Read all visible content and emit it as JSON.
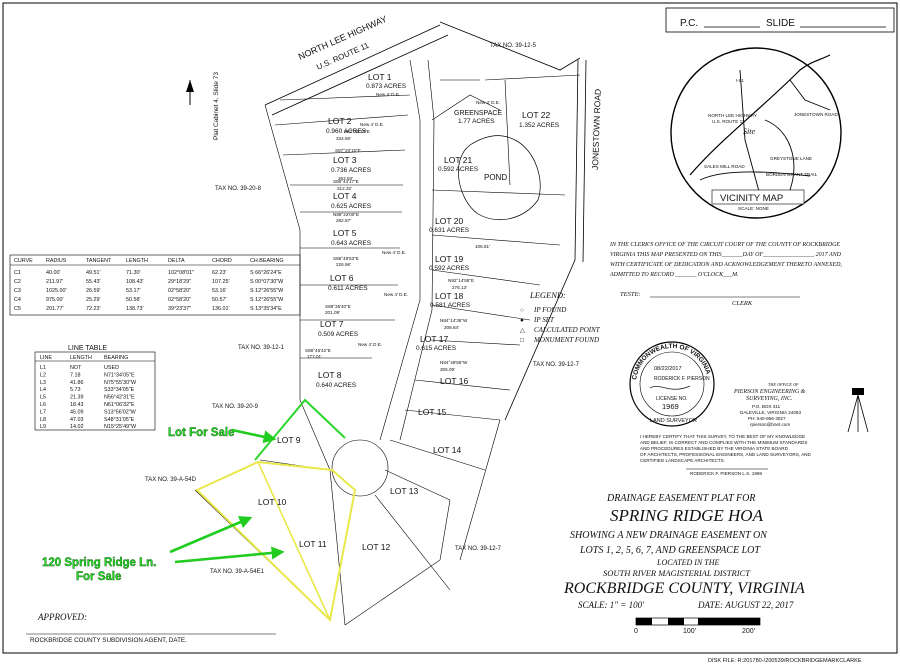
{
  "header": {
    "pc_label": "P.C.",
    "slide_label": "SLIDE"
  },
  "roads": {
    "north_lee_highway": "NORTH LEE HIGHWAY",
    "us_route": "U.S. ROUTE 11",
    "jonestown_road": "JONESTOWN ROAD",
    "plat_cabinet": "Plat Cabinet 4, Slide 73"
  },
  "tax_labels": {
    "t1": "TAX NO. 39-12-5",
    "t2": "TAX NO. 39-20-8",
    "t3": "TAX NO. 39-12-1",
    "t4": "TAX NO. 39-20-9",
    "t5": "TAX NO. 39-A-54D",
    "t6": "TAX NO. 39-A-54E1",
    "t7": "TAX NO. 39-12-7",
    "t8": "TAX NO. 39-12-7"
  },
  "lots": [
    {
      "label": "LOT 1",
      "acres": "0.873 ACRES"
    },
    {
      "label": "LOT 2",
      "acres": "0.960 ACRES"
    },
    {
      "label": "LOT 3",
      "acres": "0.736 ACRES"
    },
    {
      "label": "LOT 4",
      "acres": "0.625 ACRES"
    },
    {
      "label": "LOT 5",
      "acres": "0.643 ACRES"
    },
    {
      "label": "LOT 6",
      "acres": "0.611 ACRES"
    },
    {
      "label": "LOT 7",
      "acres": "0.509 ACRES"
    },
    {
      "label": "LOT 8",
      "acres": "0.640 ACRES"
    },
    {
      "label": "LOT 9",
      "acres": ""
    },
    {
      "label": "LOT 10",
      "acres": ""
    },
    {
      "label": "LOT 11",
      "acres": ""
    },
    {
      "label": "LOT 12",
      "acres": ""
    },
    {
      "label": "LOT 13",
      "acres": ""
    },
    {
      "label": "LOT 14",
      "acres": ""
    },
    {
      "label": "LOT 15",
      "acres": ""
    },
    {
      "label": "LOT 16",
      "acres": ""
    },
    {
      "label": "LOT 17",
      "acres": "0.615 ACRES"
    },
    {
      "label": "LOT 18",
      "acres": "0.581 ACRES"
    },
    {
      "label": "LOT 19",
      "acres": "0.592 ACRES"
    },
    {
      "label": "LOT 20",
      "acres": "0.631 ACRES"
    },
    {
      "label": "LOT 21",
      "acres": "0.592 ACRES"
    },
    {
      "label": "LOT 22",
      "acres": "1.352 ACRES"
    }
  ],
  "greenspace": {
    "label": "GREENSPACE",
    "acres": "1.77 ACRES"
  },
  "pond": "POND",
  "de_label": "New 4' D.E.",
  "bearings": {
    "b1": "S87°20'15\"E",
    "b2": "S88°44'17\"E",
    "b3": "N88°22'00\"E",
    "b4": "S88°48'53\"E",
    "b5": "S88°36'40\"E",
    "b6": "S88°46'42\"E",
    "b7": "N82°14'55\"E",
    "b8": "N84°14'36\"W",
    "b9": "N84°48'55\"W",
    "d1": "334.56'",
    "d2": "363.93'",
    "d3": "312.32'",
    "d4": "282.57'",
    "d5": "226.96'",
    "d6": "201.09'",
    "d7": "177.01'",
    "d8": "306.09'",
    "d9": "208.84'",
    "d10": "276.13'",
    "d11": "106.81'"
  },
  "curve_table": {
    "headers": [
      "CURVE",
      "RADIUS",
      "TANGENT",
      "LENGTH",
      "DELTA",
      "CHORD",
      "CH.BEARING"
    ],
    "rows": [
      [
        "C1",
        "40.00'",
        "49.51'",
        "71.30'",
        "102°08'01\"",
        "62.23'",
        "S 66°26'24\"E"
      ],
      [
        "C2",
        "211.97'",
        "55.43'",
        "108.43'",
        "29°18'29\"",
        "107.25'",
        "S 00°07'30\"W"
      ],
      [
        "C3",
        "1025.00'",
        "26.59'",
        "53.17'",
        "02°58'20\"",
        "53.16'",
        "S 12°26'55\"W"
      ],
      [
        "C4",
        "975.00'",
        "25.29'",
        "50.58'",
        "02°58'20\"",
        "50.57'",
        "S 12°26'55\"W"
      ],
      [
        "C5",
        "201.77'",
        "72.23'",
        "138.73'",
        "39°23'37\"",
        "136.01'",
        "S 13°35'34\"E"
      ]
    ]
  },
  "line_table": {
    "title": "LINE TABLE",
    "headers": [
      "LINE",
      "LENGTH",
      "BEARING"
    ],
    "rows": [
      [
        "L1",
        "NOT",
        "USED"
      ],
      [
        "L2",
        "7.18",
        "N71°34'05\"E"
      ],
      [
        "L3",
        "41.86",
        "N75°55'30\"W"
      ],
      [
        "L4",
        "5.73",
        "S33°34'05\"E"
      ],
      [
        "L5",
        "21.39",
        "N56°42'31\"E"
      ],
      [
        "L6",
        "18.43",
        "N61°06'32\"E"
      ],
      [
        "L7",
        "45.09",
        "S13°56'02\"W"
      ],
      [
        "L8",
        "47.03",
        "S48°31'05\"E"
      ],
      [
        "L9",
        "14.02",
        "N15°25'49\"W"
      ]
    ]
  },
  "legend": {
    "title": "LEGEND:",
    "items": [
      {
        "symbol": "○",
        "text": "IP FOUND"
      },
      {
        "symbol": "●",
        "text": "IP SET"
      },
      {
        "symbol": "△",
        "text": "CALCULATED POINT"
      },
      {
        "symbol": "□",
        "text": "MONUMENT FOUND"
      }
    ]
  },
  "vicinity": {
    "title": "VICINITY MAP",
    "scale": "SCALE: NONE",
    "site": "Site",
    "north_lee": "NORTH LEE HIGHWAY",
    "us11": "U.S. ROUTE 11",
    "jonestown": "JONESTOWN ROAD",
    "greystone": "GREYSTONE LANE",
    "sales_mill": "SALES MILL ROAD",
    "borden": "BORDEN GRANT TRAIL",
    "i81": "I-81"
  },
  "clerk": {
    "line1": "IN THE CLERK'S OFFICE OF THE CIRCUIT COURT OF THE COUNTY OF ROCKBRIDGE",
    "line2": "VIRGINIA THIS MAP PRESENTED ON THIS_______DAY OF_________________ 2017 AND",
    "line3": "WITH CERTIFICATE OF DEDICATION AND ACKNOWLEDGEMENT THERETO ANNEXED,",
    "line4": "ADMITTED TO RECORD _______ O'CLOCK___M.",
    "teste": "TESTE:",
    "clerk": "CLERK"
  },
  "seal": {
    "ring": "COMMONWEALTH OF VIRGINIA",
    "date": "08/22/2017",
    "name": "RODERICK F. PIERSON",
    "license_label": "LICENSE NO.",
    "license_no": "1969",
    "bottom": "LAND SURVEYOR"
  },
  "office": {
    "line0": "THE OFFICE OF",
    "line1": "PIERSON ENGINEERING &",
    "line2": "SURVEYING, INC.",
    "line3": "P.O. BOX 311",
    "line4": "DALEVILLE, VIRGINIA 24083",
    "line5": "PH: 540-966-3027",
    "line6": "rpierson@bnet.com"
  },
  "certify": {
    "l1": "I HEREBY CERTIFY THAT THIS SURVEY, TO THE BEST OF MY KNOWLEDGE",
    "l2": "AND BELIEF, IS CORRECT AND COMPLIES WITH THE MINIMUM STANDARDS",
    "l3": "AND PROCEDURES ESTABLISHED BY THE VIRGINIA STATE BOARD",
    "l4": "OF ARCHITECTS, PROFESSIONAL ENGINEERS, AND LAND SURVEYORS, AND",
    "l5": "CERTIFIED LANDSCAPE ARCHITECTS.",
    "sig": "RODERICK F. PIERSON L.S. 1969"
  },
  "title_block": {
    "l1": "DRAINAGE EASEMENT PLAT FOR",
    "l2": "SPRING RIDGE HOA",
    "l3": "SHOWING A NEW DRAINAGE EASEMENT ON",
    "l4": "LOTS 1, 2, 5, 6, 7, AND GREENSPACE LOT",
    "l5": "LOCATED IN THE",
    "l6": "SOUTH RIVER MAGISTERIAL DISTRICT",
    "l7": "ROCKBRIDGE COUNTY, VIRGINIA",
    "scale": "SCALE: 1\" = 100'",
    "date": "DATE: AUGUST 22, 2017"
  },
  "scalebar": {
    "t0": "0",
    "t1": "100'",
    "t2": "200'"
  },
  "approved": {
    "label": "APPROVED:",
    "agent": "ROCKBRIDGE COUNTY SUBDIVISION AGENT, DATE."
  },
  "footer": {
    "file": "DISK FILE:    R:201780-/200539/ROCKBRIDGEMARKCLARKE"
  },
  "annotations": {
    "lot_for_sale": "Lot  For Sale",
    "spring_line1": "120 Spring Ridge Ln.",
    "spring_line2": "For Sale",
    "highlight_color": "#2bd62b",
    "yellow_color": "#e8e84a"
  }
}
